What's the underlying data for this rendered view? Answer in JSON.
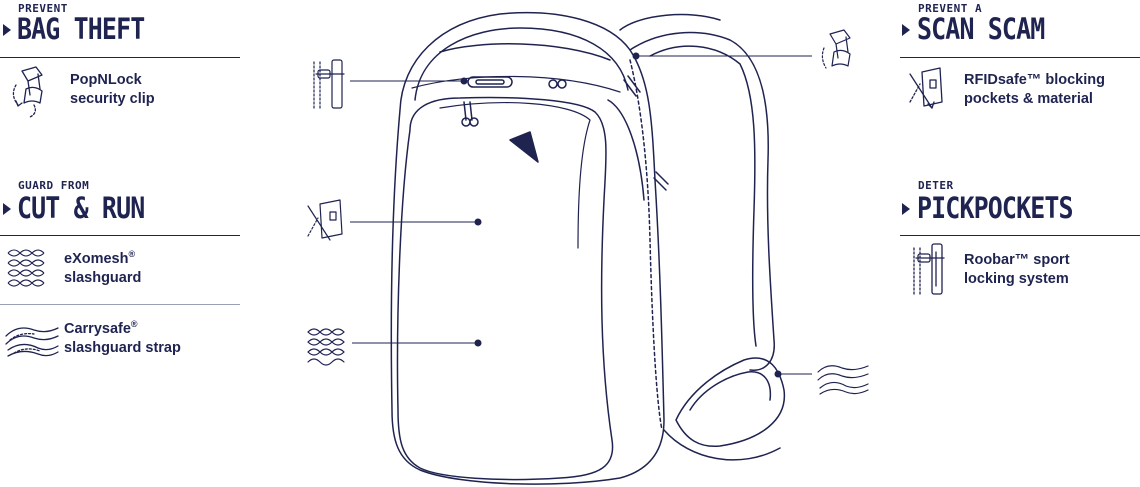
{
  "left": {
    "sections": [
      {
        "small": "PREVENT",
        "big": "BAG THEFT"
      },
      {
        "small": "GUARD FROM",
        "big": "CUT & RUN"
      }
    ],
    "features": [
      {
        "line1": "PopNLock",
        "line2": "security clip",
        "icon": "security-clip-icon"
      },
      {
        "line1": "eXomesh",
        "line1_mark": "®",
        "line2": "slashguard",
        "icon": "mesh-icon"
      },
      {
        "line1": "Carrysafe",
        "line1_mark": "®",
        "line2": "slashguard strap",
        "icon": "strap-icon"
      }
    ]
  },
  "right": {
    "sections": [
      {
        "small": "PREVENT A",
        "big": "SCAN SCAM"
      },
      {
        "small": "DETER",
        "big": "PICKPOCKETS"
      }
    ],
    "features": [
      {
        "line1": "RFIDsafe™ blocking",
        "line2": "pockets & material",
        "icon": "rfid-card-icon"
      },
      {
        "line1": "Roobar™ sport",
        "line2": "locking system",
        "icon": "zipper-lock-icon"
      }
    ]
  },
  "colors": {
    "ink": "#1f2350",
    "rule_light": "#9aa0b4",
    "background": "#ffffff"
  }
}
